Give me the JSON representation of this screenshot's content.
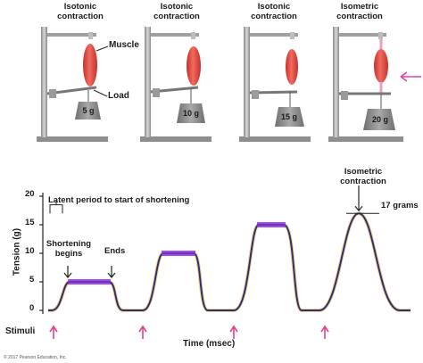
{
  "panels": [
    {
      "title_line1": "Isotonic",
      "title_line2": "contraction",
      "weight": "5 g"
    },
    {
      "title_line1": "Isotonic",
      "title_line2": "contraction",
      "weight": "10 g"
    },
    {
      "title_line1": "Isotonic",
      "title_line2": "contraction",
      "weight": "15 g"
    },
    {
      "title_line1": "Isometric",
      "title_line2": "contraction",
      "weight": "20 g"
    }
  ],
  "labels": {
    "muscle": "Muscle",
    "load": "Load",
    "latent_period": "Latent period to start of shortening",
    "shortening_begins_1": "Shortening",
    "shortening_begins_2": "begins",
    "ends": "Ends",
    "isometric_1": "Isometric",
    "isometric_2": "contraction",
    "grams_17": "17 grams",
    "stimuli": "Stimuli",
    "copyright": "© 2017 Pearson Education, Inc."
  },
  "chart_data": {
    "type": "line",
    "xlabel": "Time (msec)",
    "ylabel": "Tension (g)",
    "ylim": [
      0,
      20
    ],
    "yticks": [
      "20",
      "15",
      "10",
      "5",
      "0"
    ],
    "plateaus": [
      5,
      10,
      15,
      17
    ],
    "stimuli_count": 4
  },
  "colors": {
    "muscle": "#e8554d",
    "stand": "#9a9a9a",
    "weight": "#8c8c8c",
    "curve": "#2c2f7a",
    "plateau_highlight": "#8a2be2",
    "stimulus_arrow": "#e83e8c",
    "side_arrow": "#e040a0"
  }
}
